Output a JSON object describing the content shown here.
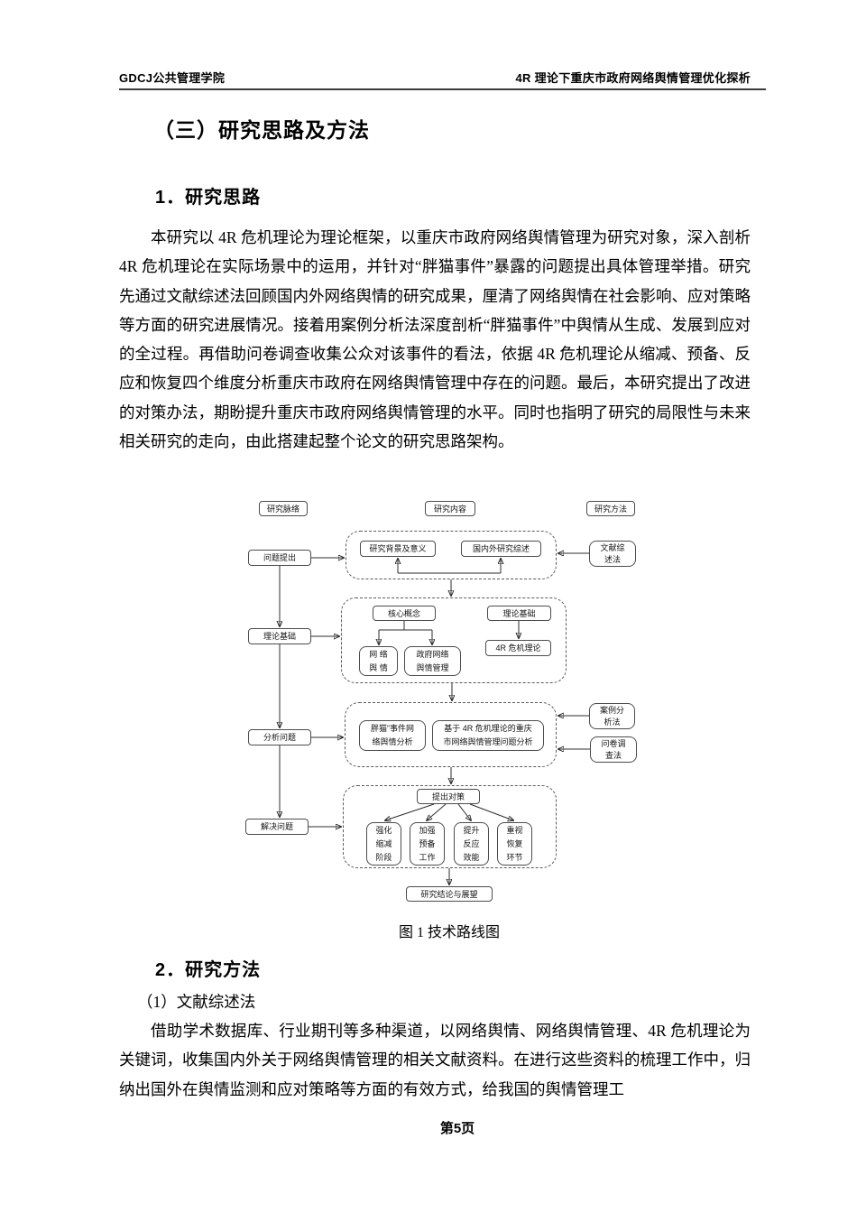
{
  "header": {
    "left": "GDCJ公共管理学院",
    "right": "4R 理论下重庆市政府网络舆情管理优化探析"
  },
  "page": {
    "title": "（三）研究思路及方法",
    "footer": "第5页"
  },
  "section1": {
    "heading": "1．研究思路",
    "paragraph": "本研究以 4R 危机理论为理论框架，以重庆市政府网络舆情管理为研究对象，深入剖析 4R 危机理论在实际场景中的运用，并针对“胖猫事件”暴露的问题提出具体管理举措。研究先通过文献综述法回顾国内外网络舆情的研究成果，厘清了网络舆情在社会影响、应对策略等方面的研究进展情况。接着用案例分析法深度剖析“胖猫事件”中舆情从生成、发展到应对的全过程。再借助问卷调查收集公众对该事件的看法，依据 4R 危机理论从缩减、预备、反应和恢复四个维度分析重庆市政府在网络舆情管理中存在的问题。最后，本研究提出了改进的对策办法，期盼提升重庆市政府网络舆情管理的水平。同时也指明了研究的局限性与未来相关研究的走向，由此搭建起整个论文的研究思路架构。"
  },
  "figure": {
    "caption": "图 1 技术路线图",
    "columns": {
      "c1": "研究脉络",
      "c2": "研究内容",
      "c3": "研究方法"
    },
    "left_flow": {
      "s1": "问题提出",
      "s2": "理论基础",
      "s3": "分析问题",
      "s4": "解决问题"
    },
    "methods": {
      "m1": "文献综\n述法",
      "m2": "案例分\n析法",
      "m3": "问卷调\n查法"
    },
    "stage1": {
      "b1": "研究背景及意义",
      "b2": "国内外研究综述"
    },
    "stage2": {
      "b1": "核心概念",
      "b2": "理论基础",
      "b3": "网 络\n舆 情",
      "b4": "政府网络\n舆情管理",
      "b5": "4R 危机理论"
    },
    "stage3": {
      "b1": "胖猫”事件网\n络舆情分析",
      "b2": "基于 4R 危机理论的重庆\n市网络舆情管理问题分析"
    },
    "stage4": {
      "b1": "提出对策",
      "b2": "强化\n缩减\n阶段",
      "b3": "加强\n预备\n工作",
      "b4": "提升\n反应\n效能",
      "b5": "重视\n恢复\n环节"
    },
    "conclusion": "研究结论与展望"
  },
  "section2": {
    "heading": "2．研究方法",
    "subheading": "（1）文献综述法",
    "paragraph": "借助学术数据库、行业期刊等多种渠道，以网络舆情、网络舆情管理、4R 危机理论为关键词，收集国内外关于网络舆情管理的相关文献资料。在进行这些资料的梳理工作中，归纳出国外在舆情监测和应对策略等方面的有效方式，给我国的舆情管理工"
  }
}
